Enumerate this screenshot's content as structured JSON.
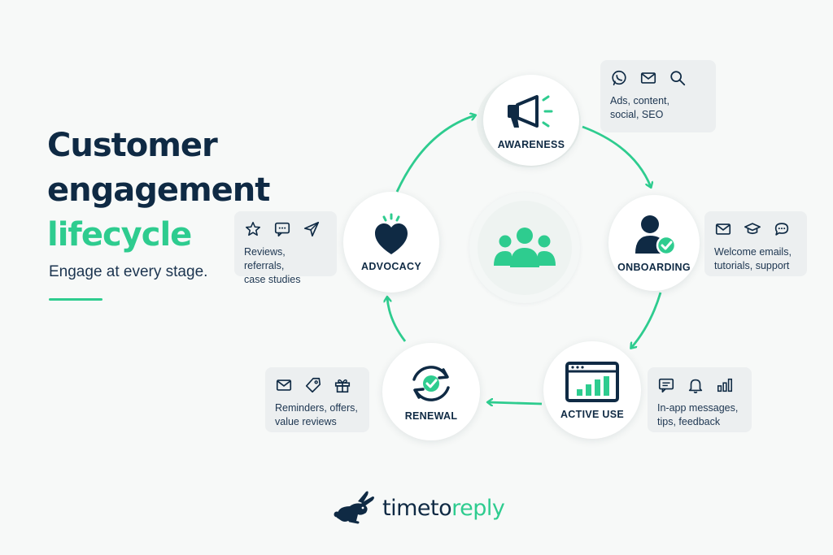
{
  "headline": {
    "line1": "Customer",
    "line2": "engagement",
    "line3": "lifecycle"
  },
  "subtitle": "Engage at every stage.",
  "colors": {
    "accent": "#2ecc8f",
    "navy": "#0f2a44",
    "card": "#eceff0"
  },
  "center": {
    "icon": "group-icon"
  },
  "stages": [
    {
      "label": "AWARENESS",
      "icon": "megaphone-icon",
      "card_line1": "Ads, content,",
      "card_line2": "social, SEO",
      "card_icons": [
        "whatsapp-icon",
        "mail-icon",
        "search-icon"
      ]
    },
    {
      "label": "ONBOARDING",
      "icon": "user-check-icon",
      "card_line1": "Welcome emails,",
      "card_line2": "tutorials, support",
      "card_icons": [
        "mail-icon",
        "graduation-cap-icon",
        "chat-icon"
      ]
    },
    {
      "label": "ACTIVE USE",
      "icon": "dashboard-chart-icon",
      "card_line1": "In-app messages,",
      "card_line2": "tips, feedback",
      "card_icons": [
        "message-icon",
        "bell-icon",
        "bar-chart-icon"
      ]
    },
    {
      "label": "RENEWAL",
      "icon": "renew-icon",
      "card_line1": "Reminders, offers,",
      "card_line2": "value reviews",
      "card_icons": [
        "mail-icon",
        "tag-icon",
        "gift-icon"
      ]
    },
    {
      "label": "ADVOCACY",
      "icon": "heart-icon",
      "card_line1": "Reviews, referrals,",
      "card_line2": "case studies",
      "card_icons": [
        "star-icon",
        "chat-icon",
        "send-icon"
      ]
    }
  ],
  "logo": {
    "part1": "timeto",
    "part2": "reply",
    "icon": "rabbit-icon"
  }
}
